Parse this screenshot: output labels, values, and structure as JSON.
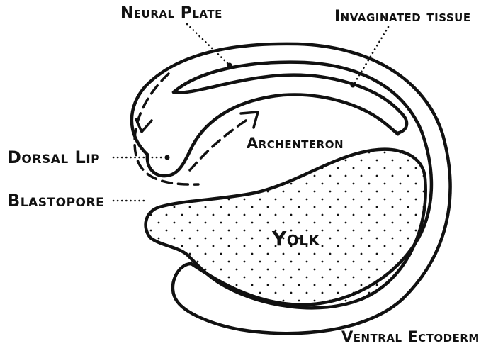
{
  "labels": {
    "neural_plate": "Neural Plate",
    "invaginated_tissue": "Invaginated tissue",
    "dorsal_lip": "Dorsal Lip",
    "blastopore": "Blastopore",
    "archenteron": "Archenteron",
    "yolk": "Yolk",
    "ventral_ectoderm": "Ventral Ectoderm"
  }
}
